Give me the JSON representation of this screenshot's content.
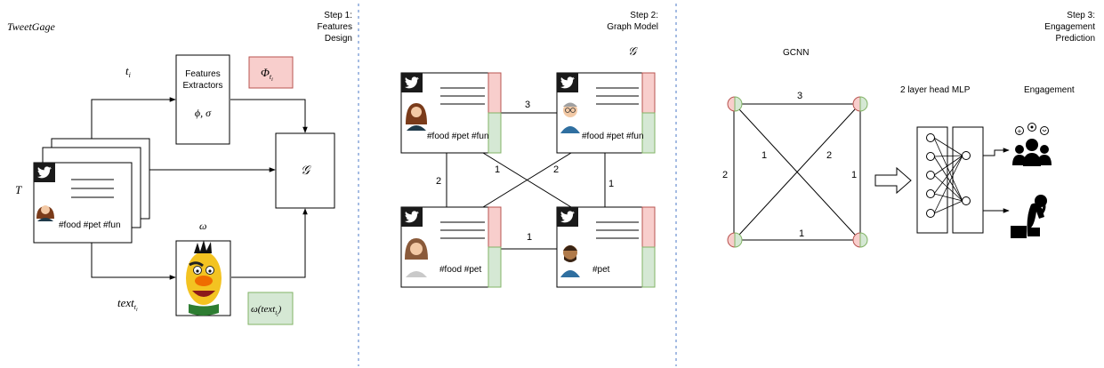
{
  "title": "TweetGage",
  "steps": [
    {
      "line1": "Step 1:",
      "line2": "Features",
      "line3": "Design"
    },
    {
      "line1": "Step 2:",
      "line2": "Graph Model"
    },
    {
      "line1": "Step 3:",
      "line2": "Engagement",
      "line3": "Prediction"
    }
  ],
  "step1": {
    "ti": "t",
    "ti_sub": "i",
    "T": "T",
    "extractor_line1": "Features",
    "extractor_line2": "Extractors",
    "extractor_params": "ϕ, σ",
    "phi": "Φ",
    "phi_sub": "t",
    "phi_subsub": "i",
    "G": "𝒢",
    "omega": "ω",
    "text": "text",
    "text_sub": "t",
    "text_subsub": "i",
    "omega_text_pre": "ω(text",
    "omega_text_post": ")",
    "tweet_tags": "#food #pet #fun",
    "colors": {
      "phi_box": "#f8cecc",
      "omega_box": "#d5e8d4"
    }
  },
  "step2": {
    "G": "𝒢",
    "tweets": [
      {
        "tags": "#food #pet #fun"
      },
      {
        "tags": "#food #pet #fun"
      },
      {
        "tags": "#food #pet"
      },
      {
        "tags": "#pet"
      }
    ],
    "edges": {
      "top": "3",
      "left": "2",
      "right": "1",
      "bottom": "1",
      "diag1": "1",
      "diag2": "2"
    },
    "colors": {
      "red": "#f8cecc",
      "green": "#d5e8d4",
      "twitter": "#1a1a1a"
    }
  },
  "step3": {
    "gcnn": "GCNN",
    "mlp": "2 layer head MLP",
    "engagement": "Engagement",
    "edges": {
      "top": "3",
      "left": "2",
      "right": "1",
      "bottom": "1",
      "diag1": "1",
      "diag2": "2"
    }
  }
}
